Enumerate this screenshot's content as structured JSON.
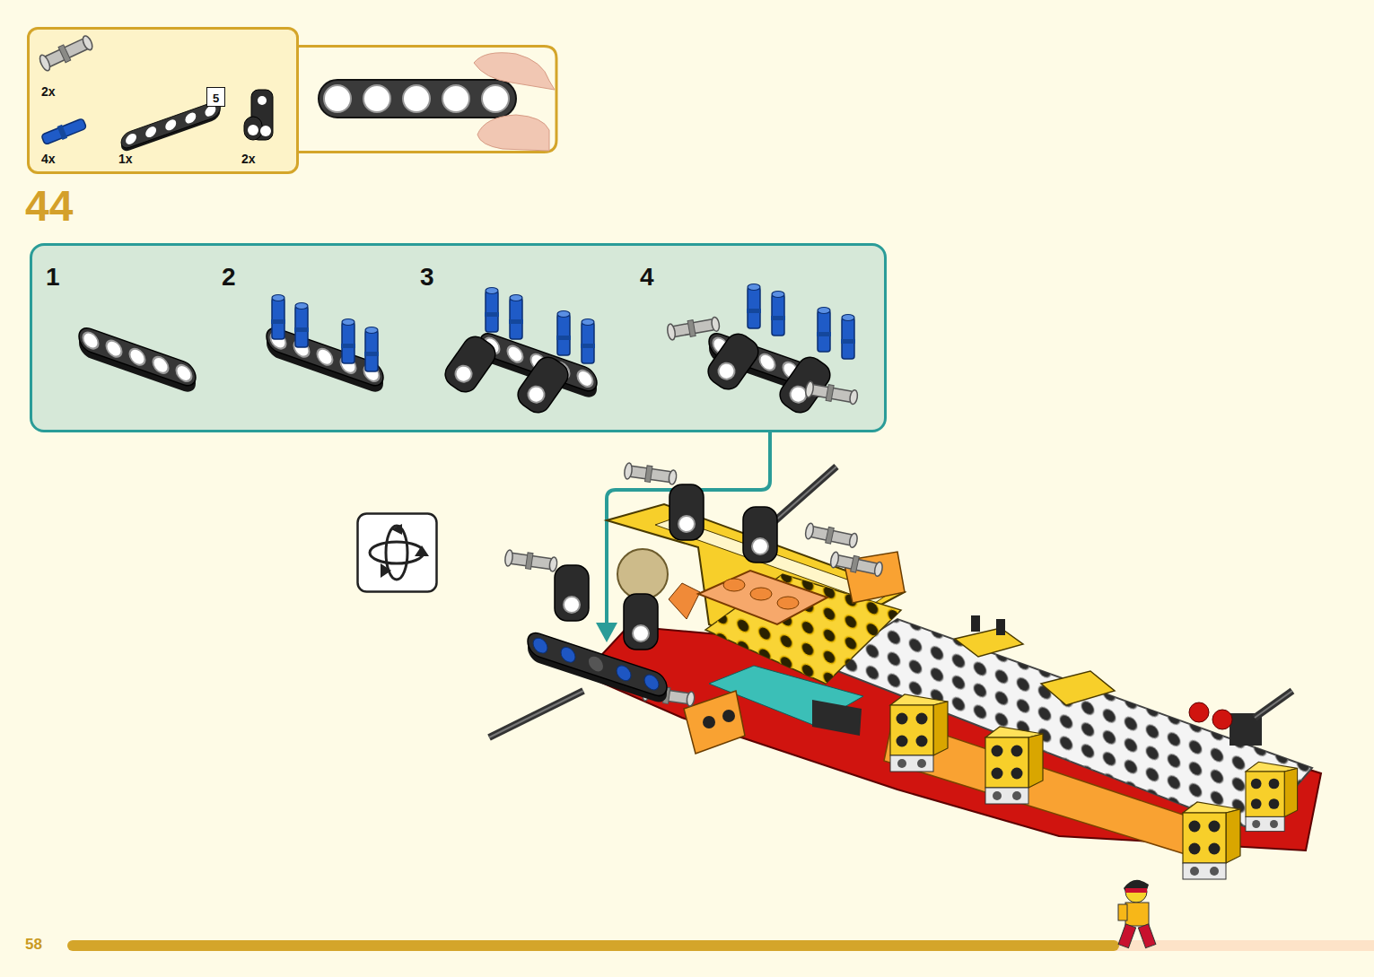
{
  "diagram": {
    "title": "44",
    "nodes": [
      {
        "text": [
          "2x",
          "4x",
          "1x",
          "2x"
        ]
      },
      {
        "text": [
          "5"
        ],
        "in": 0
      },
      {
        "text": [
          "1",
          "2",
          "3",
          "4"
        ]
      }
    ],
    "labels": [
      "58"
    ]
  }
}
